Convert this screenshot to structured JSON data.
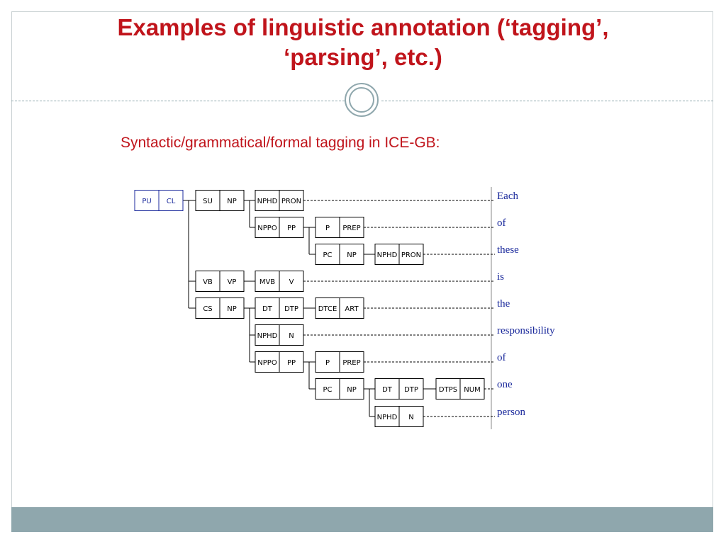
{
  "slide": {
    "title_line1": "Examples of linguistic annotation (‘tagging’,",
    "title_line2": "‘parsing’, etc.)",
    "subtitle": "Syntactic/grammatical/formal tagging in ICE-GB:",
    "colors": {
      "title": "#c0141b",
      "accent": "#8fa7ad",
      "word": "#1b2a9c"
    }
  },
  "tree": {
    "nodes": [
      {
        "id": "n-pu-cl",
        "function": "PU",
        "category": "CL",
        "root": true
      },
      {
        "id": "n-su-np",
        "function": "SU",
        "category": "NP"
      },
      {
        "id": "n-nphd-pron-1",
        "function": "NPHD",
        "category": "PRON"
      },
      {
        "id": "n-nppo-pp-1",
        "function": "NPPO",
        "category": "PP"
      },
      {
        "id": "n-p-prep-1",
        "function": "P",
        "category": "PREP"
      },
      {
        "id": "n-pc-np-1",
        "function": "PC",
        "category": "NP"
      },
      {
        "id": "n-nphd-pron-2",
        "function": "NPHD",
        "category": "PRON"
      },
      {
        "id": "n-vb-vp",
        "function": "VB",
        "category": "VP"
      },
      {
        "id": "n-mvb-v",
        "function": "MVB",
        "category": "V"
      },
      {
        "id": "n-cs-np",
        "function": "CS",
        "category": "NP"
      },
      {
        "id": "n-dt-dtp-1",
        "function": "DT",
        "category": "DTP"
      },
      {
        "id": "n-dtce-art",
        "function": "DTCE",
        "category": "ART"
      },
      {
        "id": "n-nphd-n-1",
        "function": "NPHD",
        "category": "N"
      },
      {
        "id": "n-nppo-pp-2",
        "function": "NPPO",
        "category": "PP"
      },
      {
        "id": "n-p-prep-2",
        "function": "P",
        "category": "PREP"
      },
      {
        "id": "n-pc-np-2",
        "function": "PC",
        "category": "NP"
      },
      {
        "id": "n-dt-dtp-2",
        "function": "DT",
        "category": "DTP"
      },
      {
        "id": "n-dtps-num",
        "function": "DTPS",
        "category": "NUM"
      },
      {
        "id": "n-nphd-n-2",
        "function": "NPHD",
        "category": "N"
      }
    ],
    "words": [
      "Each",
      "of",
      "these",
      "is",
      "the",
      "responsibility",
      "of",
      "one",
      "person"
    ]
  }
}
